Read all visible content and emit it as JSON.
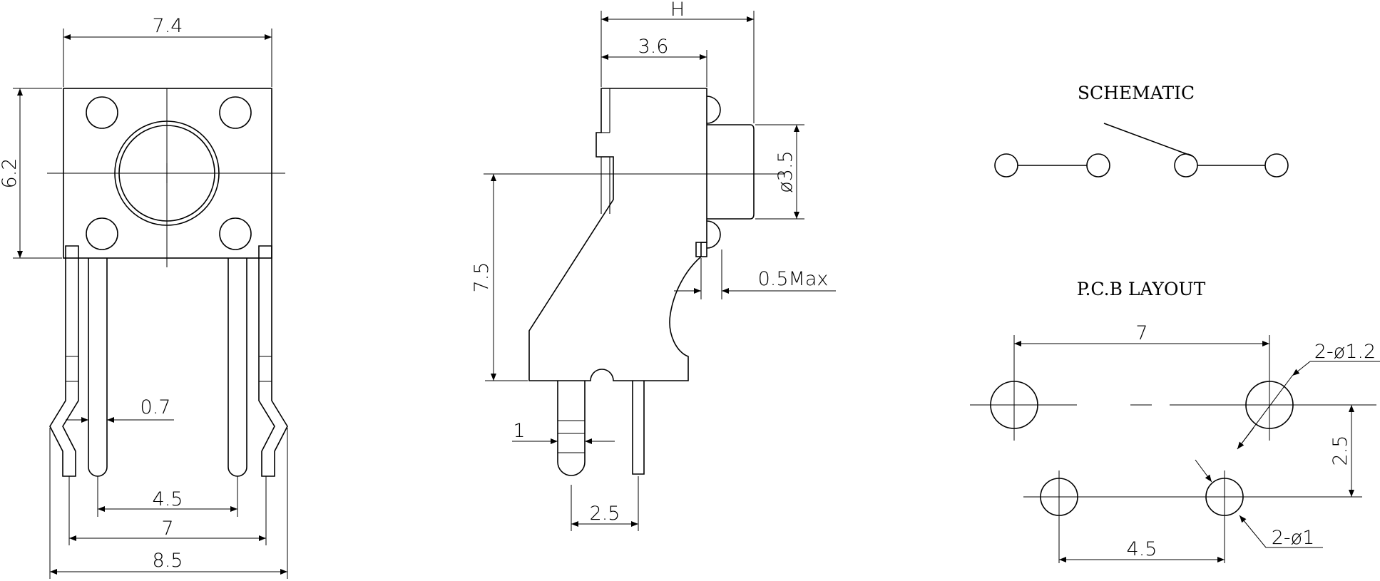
{
  "front_view": {
    "width_label": "7.4",
    "height_label": "6.2",
    "pin_width_label": "0.7",
    "inner_pitch_label": "4.5",
    "outer_pitch_label": "7",
    "overall_width_label": "8.5"
  },
  "side_view": {
    "depth_label": "H",
    "body_depth_label": "3.6",
    "button_diameter_label": "ø3.5",
    "height_label": "7.5",
    "protrusion_label": "0.5Max",
    "pin_label": "1",
    "pin_pitch_label": "2.5"
  },
  "schematic": {
    "title": "SCHEMATIC"
  },
  "pcb_layout": {
    "title": "P.C.B LAYOUT",
    "pitch_top_label": "7",
    "large_hole_label": "2-ø1.2",
    "row_spacing_label": "2.5",
    "small_hole_label": "2-ø1",
    "pitch_bottom_label": "4.5"
  }
}
